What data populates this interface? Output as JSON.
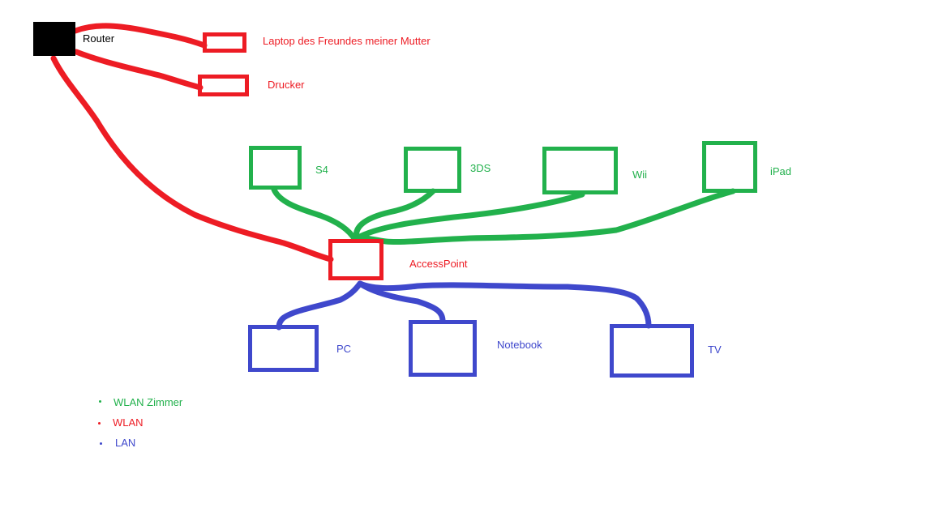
{
  "colors": {
    "wlan_zimmer": "#22b14c",
    "wlan": "#ed1c24",
    "lan": "#3f48cc",
    "router": "#000000",
    "text_dark": "#000000"
  },
  "router": {
    "label": "Router"
  },
  "wlan_devices": {
    "laptop": "Laptop des Freundes meiner Mutter",
    "drucker": "Drucker"
  },
  "access_point": {
    "label": "AccessPoint"
  },
  "wlan_zimmer_devices": {
    "s4": "S4",
    "ds3": "3DS",
    "wii": "Wii",
    "ipad": "iPad"
  },
  "lan_devices": {
    "pc": "PC",
    "notebook": "Notebook",
    "tv": "TV"
  },
  "legend": {
    "wlan_zimmer": "WLAN Zimmer",
    "wlan": "WLAN",
    "lan": "LAN"
  }
}
